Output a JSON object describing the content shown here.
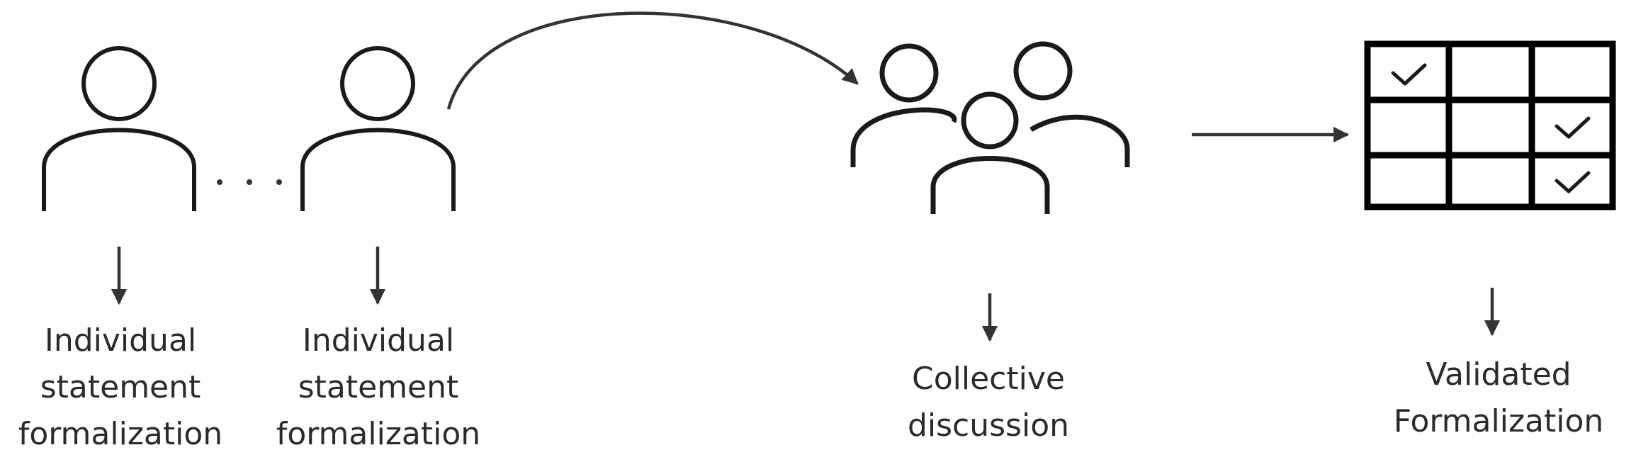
{
  "labels": {
    "individual_1": {
      "line1": "Individual",
      "line2": "statement",
      "line3": "formalization"
    },
    "individual_2": {
      "line1": "Individual",
      "line2": "statement",
      "line3": "formalization"
    },
    "collective": {
      "line1": "Collective",
      "line2": "discussion"
    },
    "validated": {
      "line1": "Validated",
      "line2": "Formalization"
    }
  },
  "icons": {
    "person": "person-icon",
    "group": "group-icon",
    "table": "checklist-grid-icon",
    "check": "checkmark-icon",
    "arrow": "arrow-icon"
  },
  "colors": {
    "stroke": "#1a1a1a",
    "arrow": "#333333",
    "text": "#2b2b2b"
  }
}
